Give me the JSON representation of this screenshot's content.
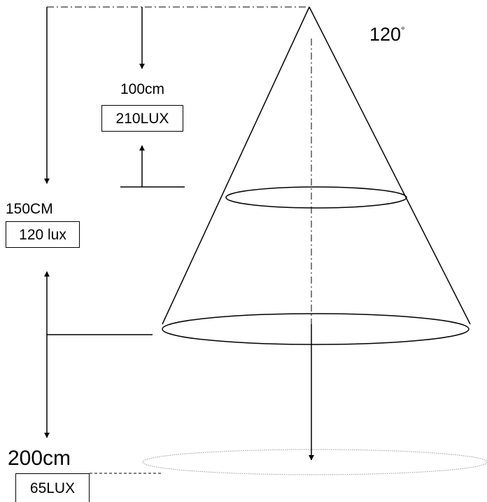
{
  "angle": {
    "value": "120",
    "unit_symbol": "°"
  },
  "levels": [
    {
      "distance": "100cm",
      "illuminance": "210LUX"
    },
    {
      "distance": "150CM",
      "illuminance": "120 lux"
    },
    {
      "distance": "200cm",
      "illuminance": "65LUX"
    }
  ],
  "colors": {
    "ink": "#000000",
    "background": "#ffffff",
    "dotted_ellipse": "#999999"
  }
}
